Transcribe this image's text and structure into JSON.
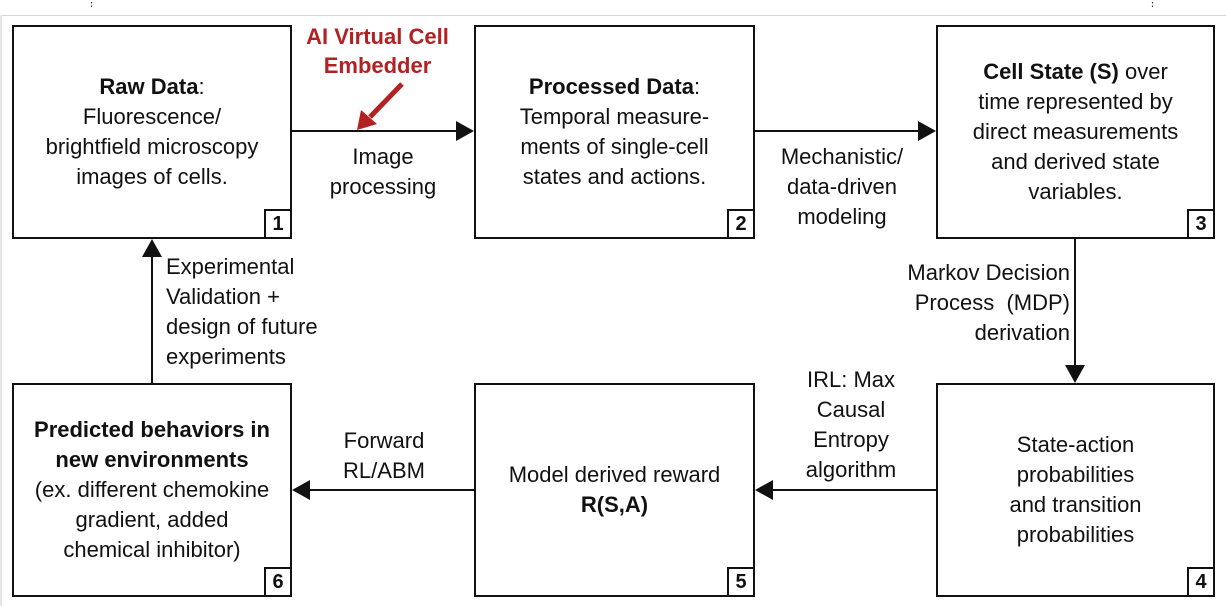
{
  "boxes": {
    "b1": {
      "title": "Raw Data",
      "title_suffix": ":",
      "lines": [
        "Fluorescence/",
        "brightfield microscopy",
        "images of cells."
      ],
      "number": "1"
    },
    "b2": {
      "title": "Processed Data",
      "title_suffix": ":",
      "lines": [
        "Temporal measure-",
        "ments of single-cell",
        "states and actions."
      ],
      "number": "2"
    },
    "b3": {
      "title": "Cell State (S)",
      "title_suffix": " over",
      "lines": [
        "time represented by",
        "direct measurements",
        "and derived state",
        "variables."
      ],
      "number": "3"
    },
    "b4": {
      "lines": [
        "State-action",
        "probabilities",
        "and transition",
        "probabilities"
      ],
      "number": "4"
    },
    "b5": {
      "line1": "Model derived reward",
      "line2": "R(S,A)",
      "number": "5"
    },
    "b6": {
      "title_lines": [
        "Predicted behaviors in",
        "new environments"
      ],
      "lines": [
        "(ex. different chemokine",
        "gradient, added",
        "chemical inhibitor)"
      ],
      "number": "6"
    }
  },
  "labels": {
    "ai_embedder": [
      "AI Virtual Cell",
      "Embedder"
    ],
    "image_processing": [
      "Image",
      "processing"
    ],
    "modeling": [
      "Mechanistic/",
      "data-driven",
      "modeling"
    ],
    "mdp": [
      "Markov Decision",
      "Process  (MDP)",
      "derivation"
    ],
    "irl": [
      "IRL: Max",
      "Causal",
      "Entropy",
      "algorithm"
    ],
    "forward": [
      "Forward",
      "RL/ABM"
    ],
    "validation": [
      "Experimental",
      "Validation +",
      "design of future",
      "experiments"
    ]
  },
  "colors": {
    "stroke": "#111111",
    "accent": "#b22222"
  }
}
